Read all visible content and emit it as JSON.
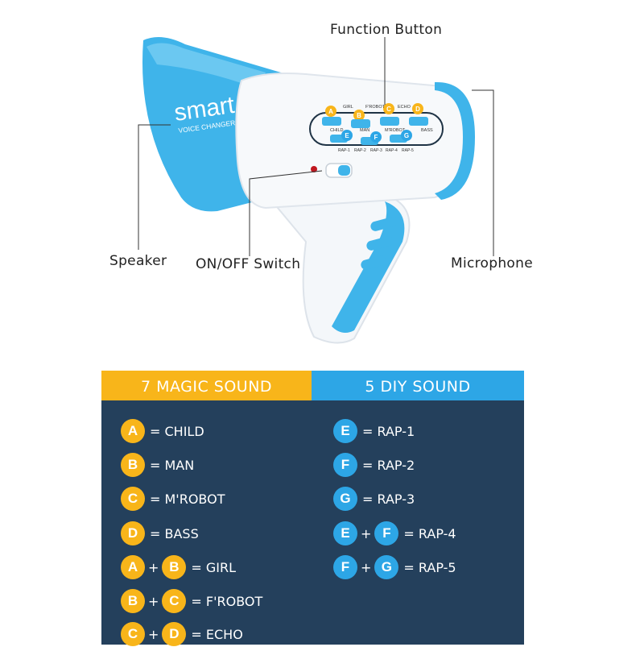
{
  "callouts": {
    "function_button": "Function Button",
    "speaker": "Speaker",
    "onoff_switch": "ON/OFF Switch",
    "microphone": "Microphone"
  },
  "device": {
    "brand": "smart",
    "tagline": "VOICE CHANGER",
    "keys_top": [
      "A",
      "B",
      "C",
      "D"
    ],
    "keys_bottom": [
      "E",
      "F",
      "G"
    ],
    "labels_top": [
      "GIRL",
      "F'ROBOT",
      "ECHO"
    ],
    "labels_mid": [
      "CHILD",
      "MAN",
      "M'ROBOT",
      "BASS"
    ],
    "labels_bottom": [
      "RAP-1",
      "RAP-2",
      "RAP-3",
      "RAP-4",
      "RAP-5"
    ]
  },
  "table": {
    "left_header": "7 MAGIC SOUND",
    "right_header": "5 DIY SOUND",
    "left_rows": [
      {
        "keys": [
          "A"
        ],
        "label": "= CHILD"
      },
      {
        "keys": [
          "B"
        ],
        "label": "= MAN"
      },
      {
        "keys": [
          "C"
        ],
        "label": "= M'ROBOT"
      },
      {
        "keys": [
          "D"
        ],
        "label": "= BASS"
      },
      {
        "keys": [
          "A",
          "B"
        ],
        "label": "= GIRL"
      },
      {
        "keys": [
          "B",
          "C"
        ],
        "label": "= F'ROBOT"
      },
      {
        "keys": [
          "C",
          "D"
        ],
        "label": "= ECHO"
      }
    ],
    "right_rows": [
      {
        "keys": [
          "E"
        ],
        "label": "= RAP-1"
      },
      {
        "keys": [
          "F"
        ],
        "label": "= RAP-2"
      },
      {
        "keys": [
          "G"
        ],
        "label": "= RAP-3"
      },
      {
        "keys": [
          "E",
          "F"
        ],
        "label": "= RAP-4"
      },
      {
        "keys": [
          "F",
          "G"
        ],
        "label": "= RAP-5"
      }
    ],
    "plus_sign": "+"
  },
  "colors": {
    "magic_yellow": "#f8b51a",
    "diy_blue": "#2da6e6",
    "table_bg": "#24405c",
    "device_blue": "#3fb4ea"
  }
}
